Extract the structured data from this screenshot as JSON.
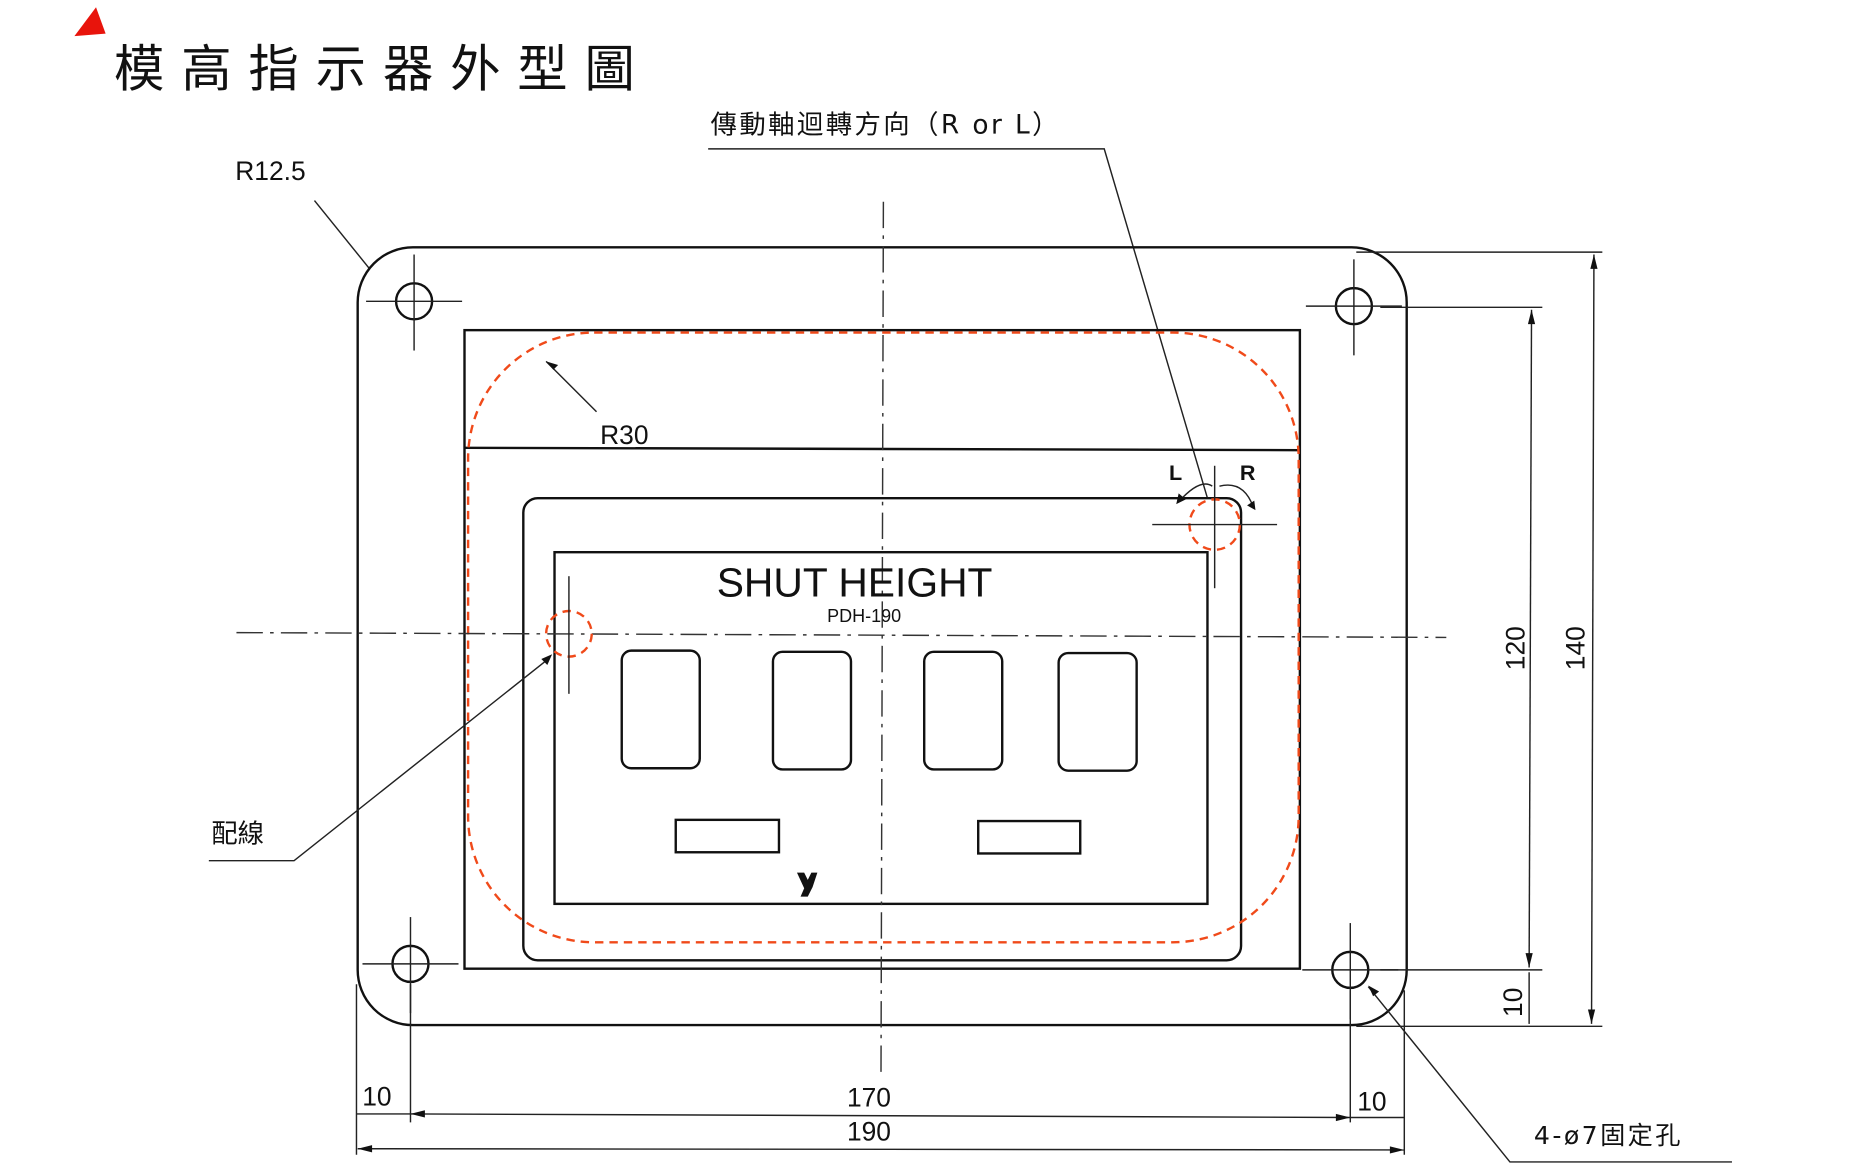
{
  "title": "模高指示器外型圖",
  "labels": {
    "rotation_direction": "傳動軸迴轉方向（R or L）",
    "corner_radius": "R12.5",
    "inner_radius": "R30",
    "wiring": "配線",
    "left_rotation": "L",
    "right_rotation": "R",
    "mounting_holes": "4-ø7固定孔"
  },
  "panel": {
    "heading": "SHUT HEIGHT",
    "model": "PDH-190"
  },
  "dimensions": {
    "height_inner": "120",
    "height_outer": "140",
    "offset_bottom": "10",
    "offset_left": "10",
    "offset_right": "10",
    "width_inner": "170",
    "width_outer": "190"
  },
  "colors": {
    "accent": "#f04a1a",
    "marker": "#e8140c"
  }
}
